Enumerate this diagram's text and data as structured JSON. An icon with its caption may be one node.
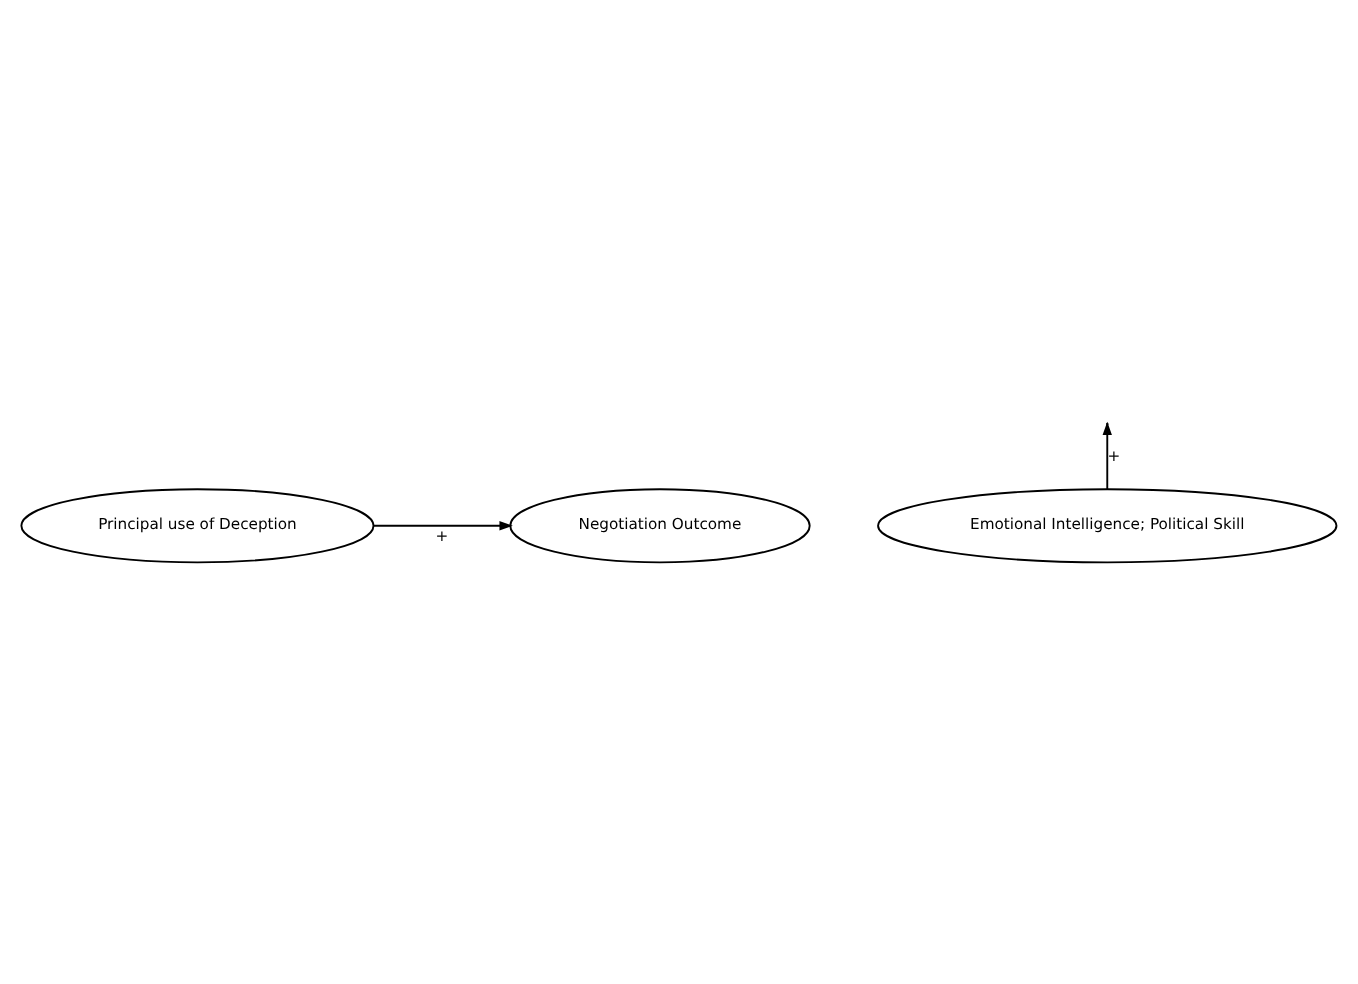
{
  "diagram": {
    "nodes": [
      {
        "text": [
          "Principal use of Deception"
        ]
      },
      {
        "text": [
          "Negotiation Outcome"
        ]
      },
      {
        "text": [
          "Emotional Intelligence; Political Skill"
        ]
      }
    ],
    "edges": [
      {
        "from": 0,
        "to": 1,
        "arrow": "to",
        "label": "+"
      },
      {
        "from": 2,
        "to": null,
        "arrow": "to",
        "label": "+"
      }
    ]
  }
}
